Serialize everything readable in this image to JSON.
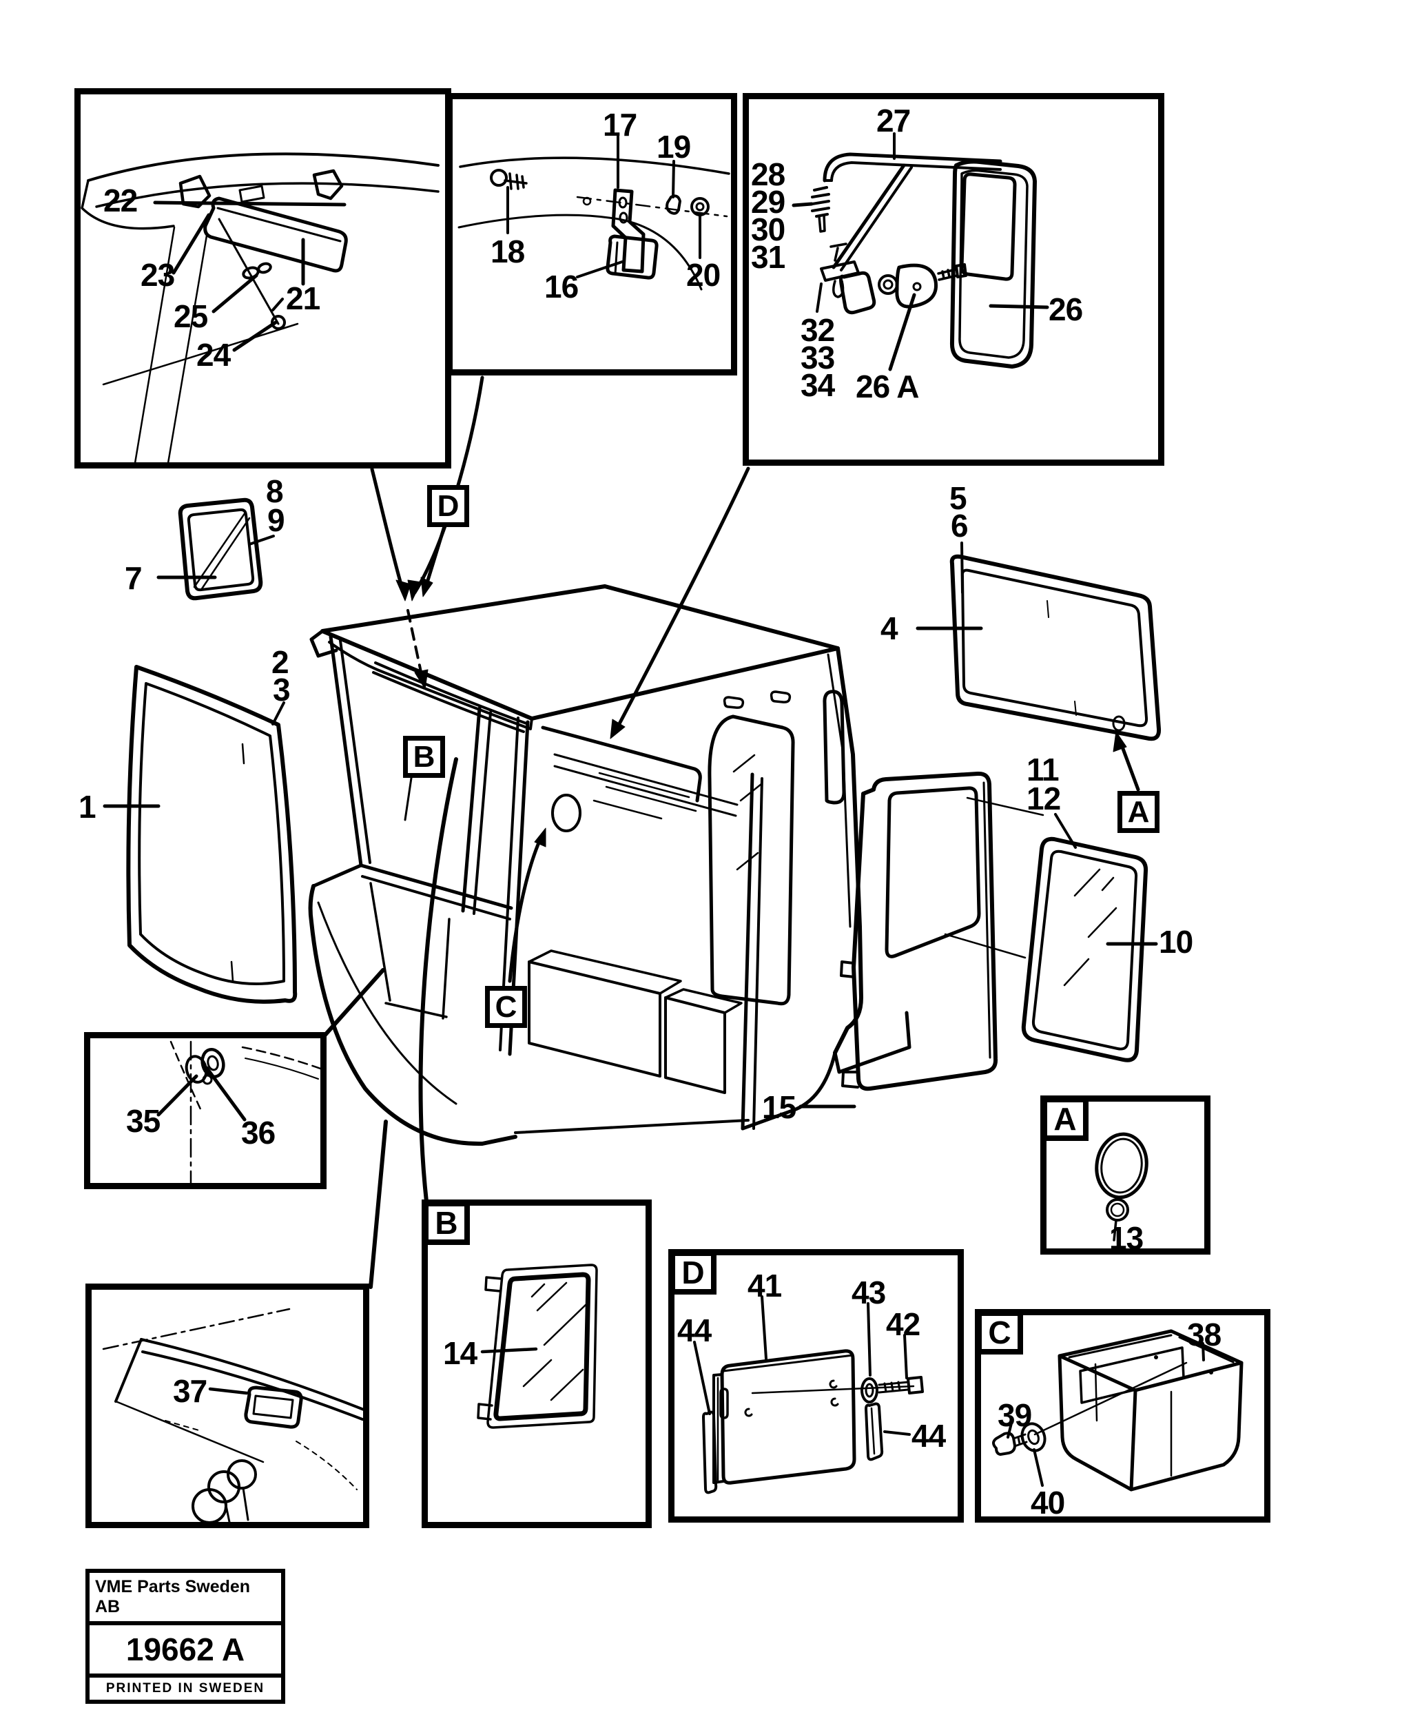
{
  "labels": {
    "p1": "1",
    "p2": "2",
    "p3": "3",
    "p4": "4",
    "p5": "5",
    "p6": "6",
    "p7": "7",
    "p8": "8",
    "p9": "9",
    "p10": "10",
    "p11": "11",
    "p12": "12",
    "p13": "13",
    "p14": "14",
    "p15": "15",
    "p16": "16",
    "p17": "17",
    "p18": "18",
    "p19": "19",
    "p20": "20",
    "p21": "21",
    "p22": "22",
    "p23": "23",
    "p24": "24",
    "p25": "25",
    "p26": "26",
    "p26a": "26 A",
    "p27": "27",
    "p28": "28",
    "p29": "29",
    "p30": "30",
    "p31": "31",
    "p32": "32",
    "p33": "33",
    "p34": "34",
    "p35": "35",
    "p36": "36",
    "p37": "37",
    "p38": "38",
    "p39": "39",
    "p40": "40",
    "p41": "41",
    "p42": "42",
    "p43": "43",
    "p44": "44"
  },
  "sections": {
    "a": "A",
    "b": "B",
    "c": "C",
    "d": "D"
  },
  "stamp": {
    "publisher": "VME Parts Sweden AB",
    "plate_number": "19662 A",
    "printed": "PRINTED IN SWEDEN"
  }
}
